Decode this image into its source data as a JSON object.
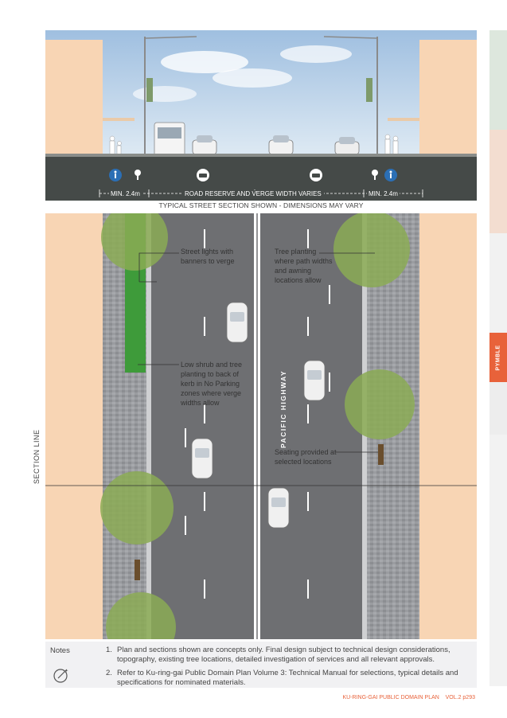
{
  "side_tab": {
    "label": "PYMBLE"
  },
  "section": {
    "dim_left": "MIN. 2.4m",
    "dim_center": "ROAD RESERVE AND VERGE WIDTH VARIES",
    "dim_right": "MIN. 2.4m",
    "caption": "TYPICAL STREET SECTION SHOWN - DIMENSIONS MAY VARY"
  },
  "plan": {
    "road_name": "PACIFIC HIGHWAY",
    "section_line_label": "SECTION LINE",
    "annotations": {
      "street_lights": [
        "Street lights with",
        "banners to verge"
      ],
      "tree_planting": [
        "Tree planting",
        "where path widths",
        "and awning",
        "locations allow"
      ],
      "low_shrub": [
        "Low shrub and tree",
        "planting to back of",
        "kerb in No Parking",
        "zones where verge",
        "widths allow"
      ],
      "seating": [
        "Seating provided at",
        "selected locations"
      ]
    }
  },
  "notes": {
    "title": "Notes",
    "items": [
      {
        "num": "1.",
        "lines": [
          "Plan and sections shown are concepts only. Final design subject to technical design considerations,",
          "topography, existing tree locations, detailed investigation of services and all relevant approvals."
        ]
      },
      {
        "num": "2.",
        "lines": [
          "Refer to Ku-ring-gai Public Domain Plan Volume 3: Technical Manual for selections, typical details and",
          "specifications for nominated materials."
        ]
      }
    ]
  },
  "footer": {
    "doc": "KU-RING-GAI PUBLIC DOMAIN PLAN",
    "page": "VOL.2 p293"
  },
  "colors": {
    "accent": "#e8623a",
    "road": "#6e6f72",
    "verge": "#3e9b3a",
    "building": "#f8d5b4",
    "sky": "#bcd4ea"
  }
}
